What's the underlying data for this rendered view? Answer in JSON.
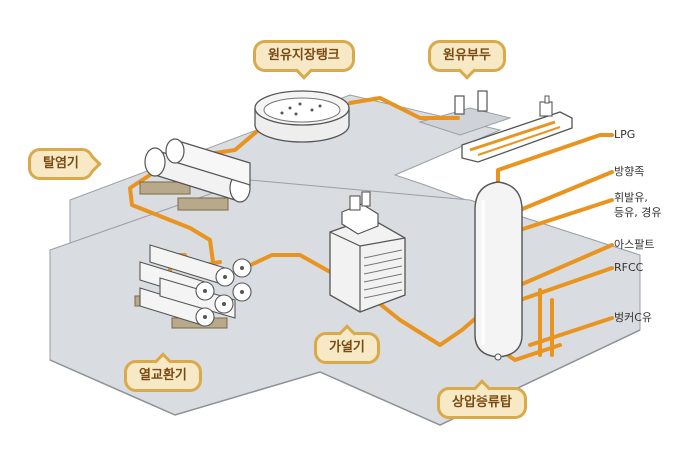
{
  "labels": {
    "crude_storage_tank": "원유지장탱크",
    "crude_pier": "원유부두",
    "desalter": "탈염기",
    "heat_exchanger": "열교환기",
    "heater": "가열기",
    "atmospheric_distillation": "상압증류탑"
  },
  "outputs": {
    "lpg": "LPG",
    "aromatics": "방향족",
    "gasoline_line1": "휘발유,",
    "gasoline_line2": "등유, 경유",
    "asphalt": "아스팔트",
    "rfcc": "RFCC",
    "bunker_c": "벙커C유"
  },
  "colors": {
    "pipe": "#e8941f",
    "tag_fill": "#f7e9c6",
    "tag_border": "#d9a94a",
    "tag_text": "#7a4a10",
    "ground": "#d9dce0",
    "ground_edge": "#9aa0a6"
  }
}
